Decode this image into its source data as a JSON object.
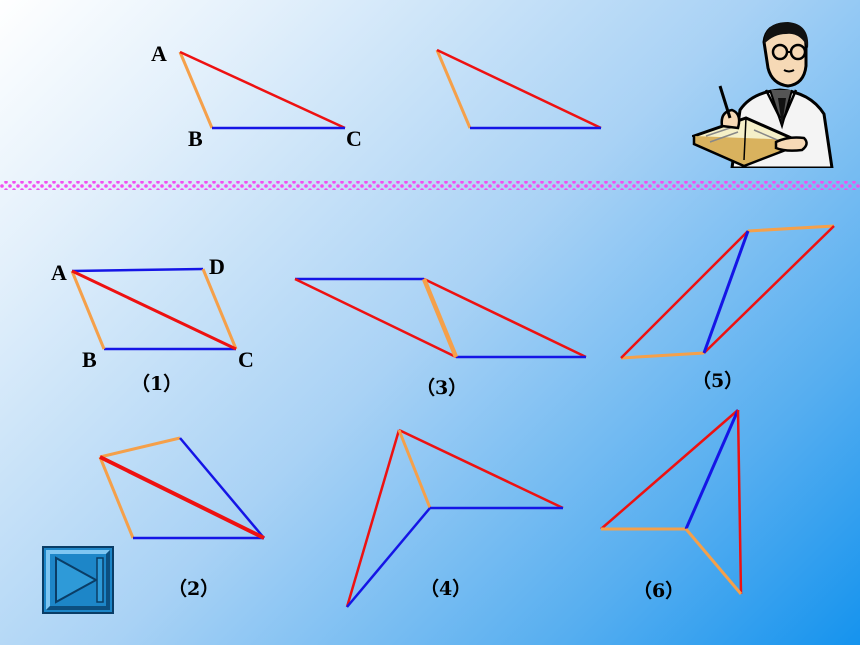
{
  "colors": {
    "red": "#ee1111",
    "orange": "#f5a04a",
    "blue": "#1515e6",
    "divider": "#f050f0"
  },
  "labels": {
    "top_A": "A",
    "top_B": "B",
    "top_C": "C",
    "fig1_A": "A",
    "fig1_B": "B",
    "fig1_C": "C",
    "fig1_D": "D"
  },
  "captions": {
    "fig1": "（1）",
    "fig2": "（2）",
    "fig3": "（3）",
    "fig4": "（4）",
    "fig5": "（5）",
    "fig6": "（6）"
  },
  "icons": {
    "next": "skip-forward-icon",
    "scientist": "scientist-writing-icon"
  }
}
